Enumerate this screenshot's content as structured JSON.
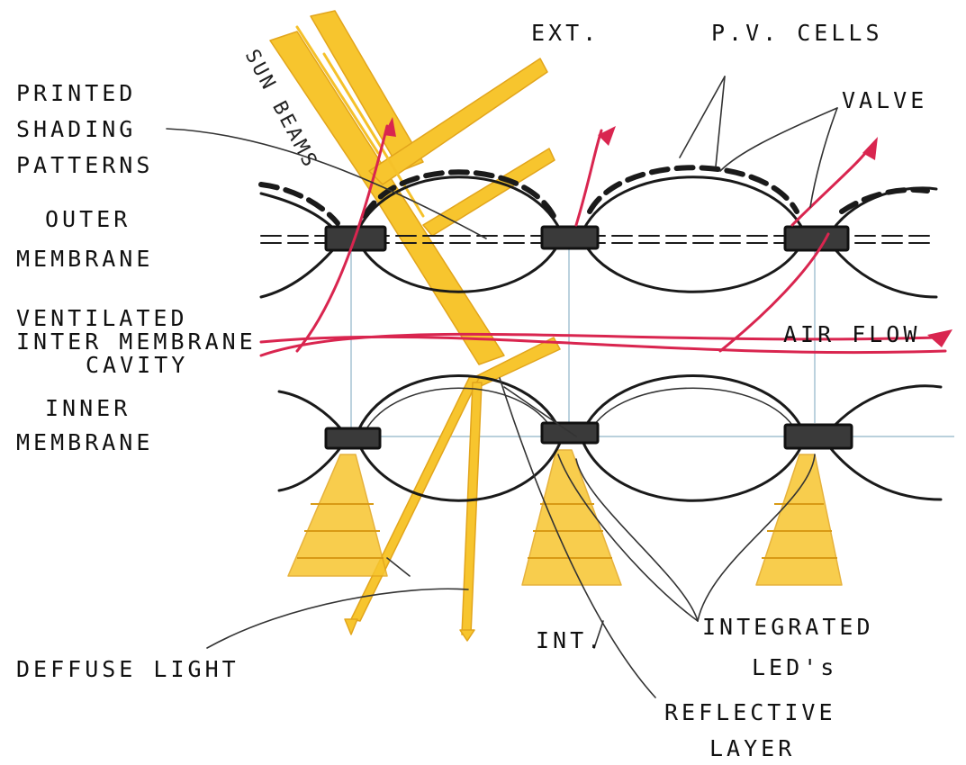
{
  "labels": {
    "ext": "EXT.",
    "pv_cells": "P.V. CELLS",
    "valve": "VALVE",
    "printed": "PRINTED",
    "shading": "SHADING",
    "patterns": "PATTERNS",
    "sun_beams": "SUN BEAMS",
    "outer": "OUTER",
    "membrane_outer": "MEMBRANE",
    "ventilated": "VENTILATED",
    "inter_membrane": "INTER MEMBRANE",
    "cavity": "CAVITY",
    "air_flow": "AIR FLOW",
    "inner": "INNER",
    "membrane_inner": "MEMBRANE",
    "deffuse_light": "DEFFUSE LIGHT",
    "int": "INT.",
    "integrated": "INTEGRATED",
    "leds": "LED's",
    "reflective": "REFLECTIVE",
    "layer": "LAYER"
  },
  "colors": {
    "ink": "#1a1a1a",
    "sun": "#f7c52e",
    "air": "#d9254f",
    "guide": "#8fb3c7"
  }
}
